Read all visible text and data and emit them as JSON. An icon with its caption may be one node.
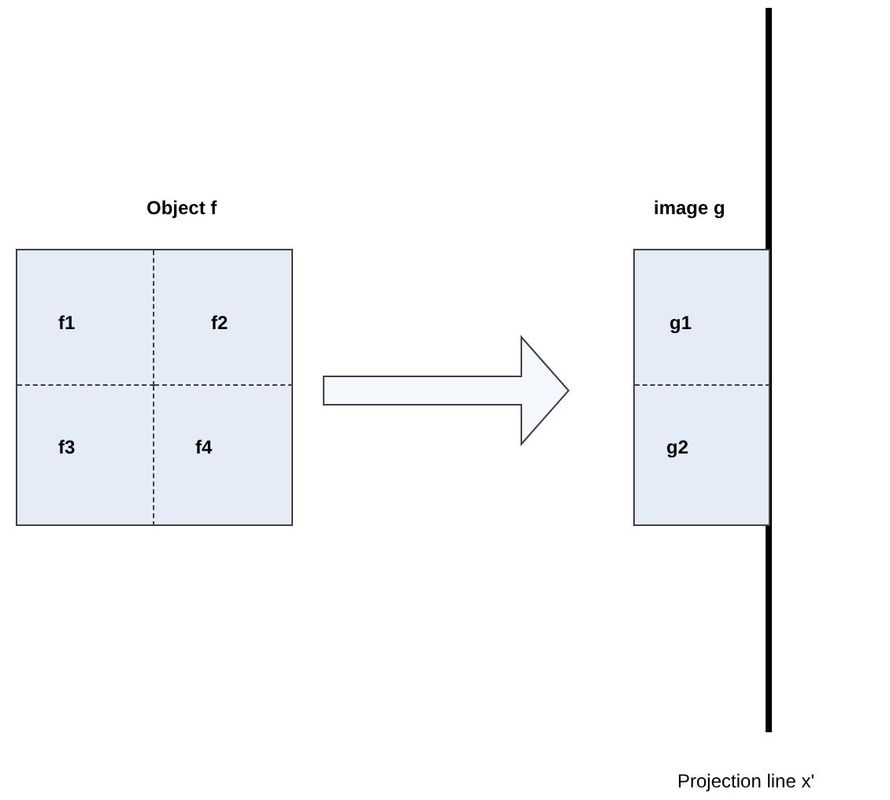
{
  "diagram": {
    "nodes": [
      {
        "text": [
          "Object f"
        ]
      },
      {
        "text": [
          "f1"
        ],
        "in": 0
      },
      {
        "text": [
          "f2"
        ],
        "in": 0
      },
      {
        "text": [
          "f3"
        ],
        "in": 0
      },
      {
        "text": [
          "f4"
        ],
        "in": 0
      },
      {
        "text": [
          "image g"
        ]
      },
      {
        "text": [
          "g1"
        ],
        "in": 5
      },
      {
        "text": [
          "g2"
        ],
        "in": 5
      }
    ],
    "edges": [
      {
        "from": 0,
        "to": 5,
        "arrow": "to",
        "style": "thick"
      }
    ],
    "labels": [
      "Projection line x'"
    ]
  }
}
